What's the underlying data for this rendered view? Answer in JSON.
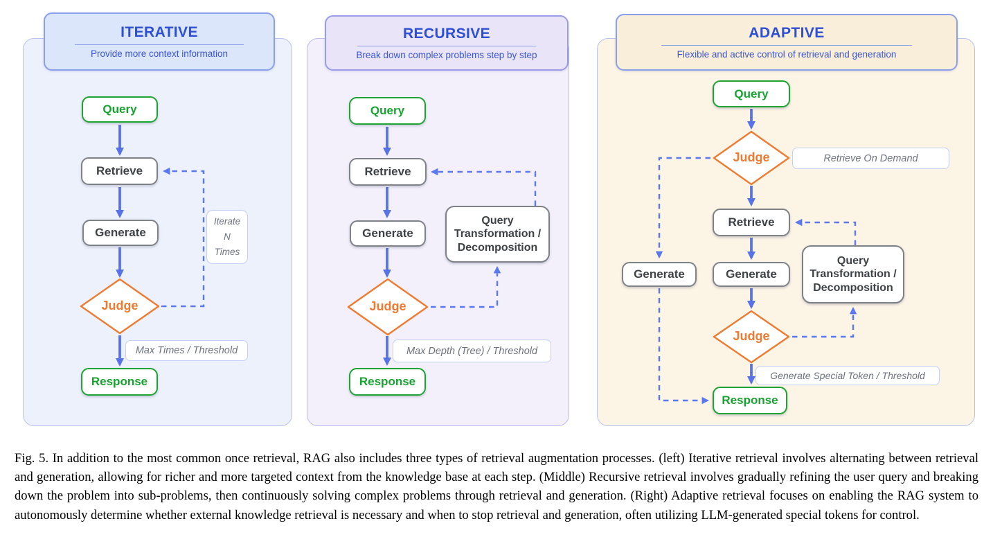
{
  "colors": {
    "title_blue": "#2d4fd4",
    "subtitle_blue": "#3c56d6",
    "green": "#1ea432",
    "orange": "#ee7b32",
    "arrow_blue": "#5873e8",
    "dashed_blue": "#5b78f0",
    "gray_border": "#7e8287",
    "panel_iterative_bg": "#edf1fb",
    "panel_recursive_bg": "#f3f0fb",
    "panel_adaptive_bg": "#fcf4e5"
  },
  "panels": {
    "iterative": {
      "title": "ITERATIVE",
      "subtitle": "Provide more context information",
      "nodes": {
        "query": "Query",
        "retrieve": "Retrieve",
        "generate": "Generate",
        "judge": "Judge",
        "response": "Response"
      },
      "annotations": {
        "loop_lines": [
          "Iterate",
          "N",
          "Times"
        ],
        "exit": "Max Times / Threshold"
      }
    },
    "recursive": {
      "title": "RECURSIVE",
      "subtitle": "Break down complex problems step by step",
      "nodes": {
        "query": "Query",
        "retrieve": "Retrieve",
        "generate": "Generate",
        "judge": "Judge",
        "transform": "Query Transformation / Decomposition",
        "response": "Response"
      },
      "annotations": {
        "exit": "Max Depth (Tree) / Threshold"
      }
    },
    "adaptive": {
      "title": "ADAPTIVE",
      "subtitle": "Flexible and  active control of retrieval and generation",
      "nodes": {
        "query": "Query",
        "judge_top": "Judge",
        "retrieve": "Retrieve",
        "generate_left": "Generate",
        "generate": "Generate",
        "transform": "Query Transformation / Decomposition",
        "judge_bottom": "Judge",
        "response": "Response"
      },
      "annotations": {
        "on_demand": "Retrieve On  Demand",
        "exit": "Generate Special Token / Threshold"
      }
    }
  },
  "caption": "Fig. 5.  In addition to the most common once retrieval, RAG also includes three types of retrieval augmentation processes. (left) Iterative retrieval involves alternating between retrieval and generation, allowing for richer and more targeted context from the knowledge base at each step. (Middle) Recursive retrieval involves gradually refining the user query and breaking down the problem into sub-problems, then continuously solving complex problems through retrieval and generation. (Right) Adaptive retrieval focuses on enabling the RAG system to autonomously determine whether external knowledge retrieval is necessary and when to stop retrieval and generation, often utilizing LLM-generated special tokens for control."
}
